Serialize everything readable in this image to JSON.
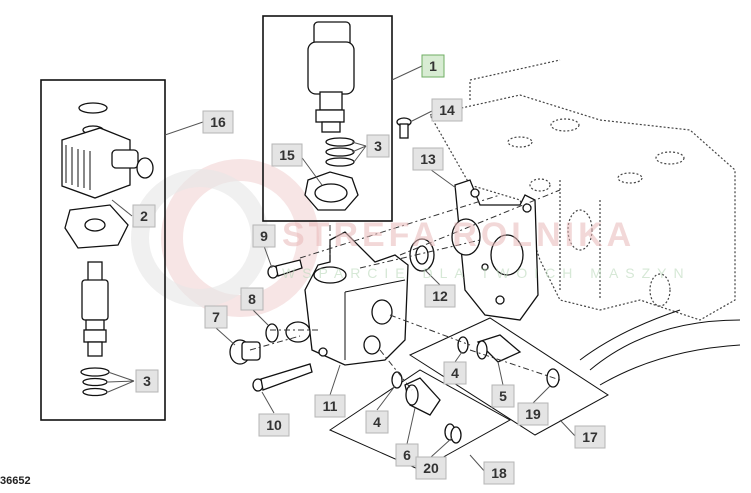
{
  "diagram": {
    "figure_id": "36652",
    "watermark": {
      "title": "STREFA ROLNIKA",
      "subtitle": "WSPARCIE DLA TWOICH MASZYN"
    },
    "callouts": [
      {
        "id": "c1",
        "label": "1",
        "highlighted": true
      },
      {
        "id": "c14",
        "label": "14"
      },
      {
        "id": "c16",
        "label": "16"
      },
      {
        "id": "c3a",
        "label": "3"
      },
      {
        "id": "c15",
        "label": "15"
      },
      {
        "id": "c13",
        "label": "13"
      },
      {
        "id": "c2",
        "label": "2"
      },
      {
        "id": "c9",
        "label": "9"
      },
      {
        "id": "c12",
        "label": "12"
      },
      {
        "id": "c8",
        "label": "8"
      },
      {
        "id": "c7",
        "label": "7"
      },
      {
        "id": "c3b",
        "label": "3"
      },
      {
        "id": "c4a",
        "label": "4"
      },
      {
        "id": "c5",
        "label": "5"
      },
      {
        "id": "c11",
        "label": "11"
      },
      {
        "id": "c4b",
        "label": "4"
      },
      {
        "id": "c19",
        "label": "19"
      },
      {
        "id": "c10",
        "label": "10"
      },
      {
        "id": "c17",
        "label": "17"
      },
      {
        "id": "c6",
        "label": "6"
      },
      {
        "id": "c20",
        "label": "20"
      },
      {
        "id": "c18",
        "label": "18"
      }
    ],
    "highlight_color": "#d8ecd3"
  }
}
